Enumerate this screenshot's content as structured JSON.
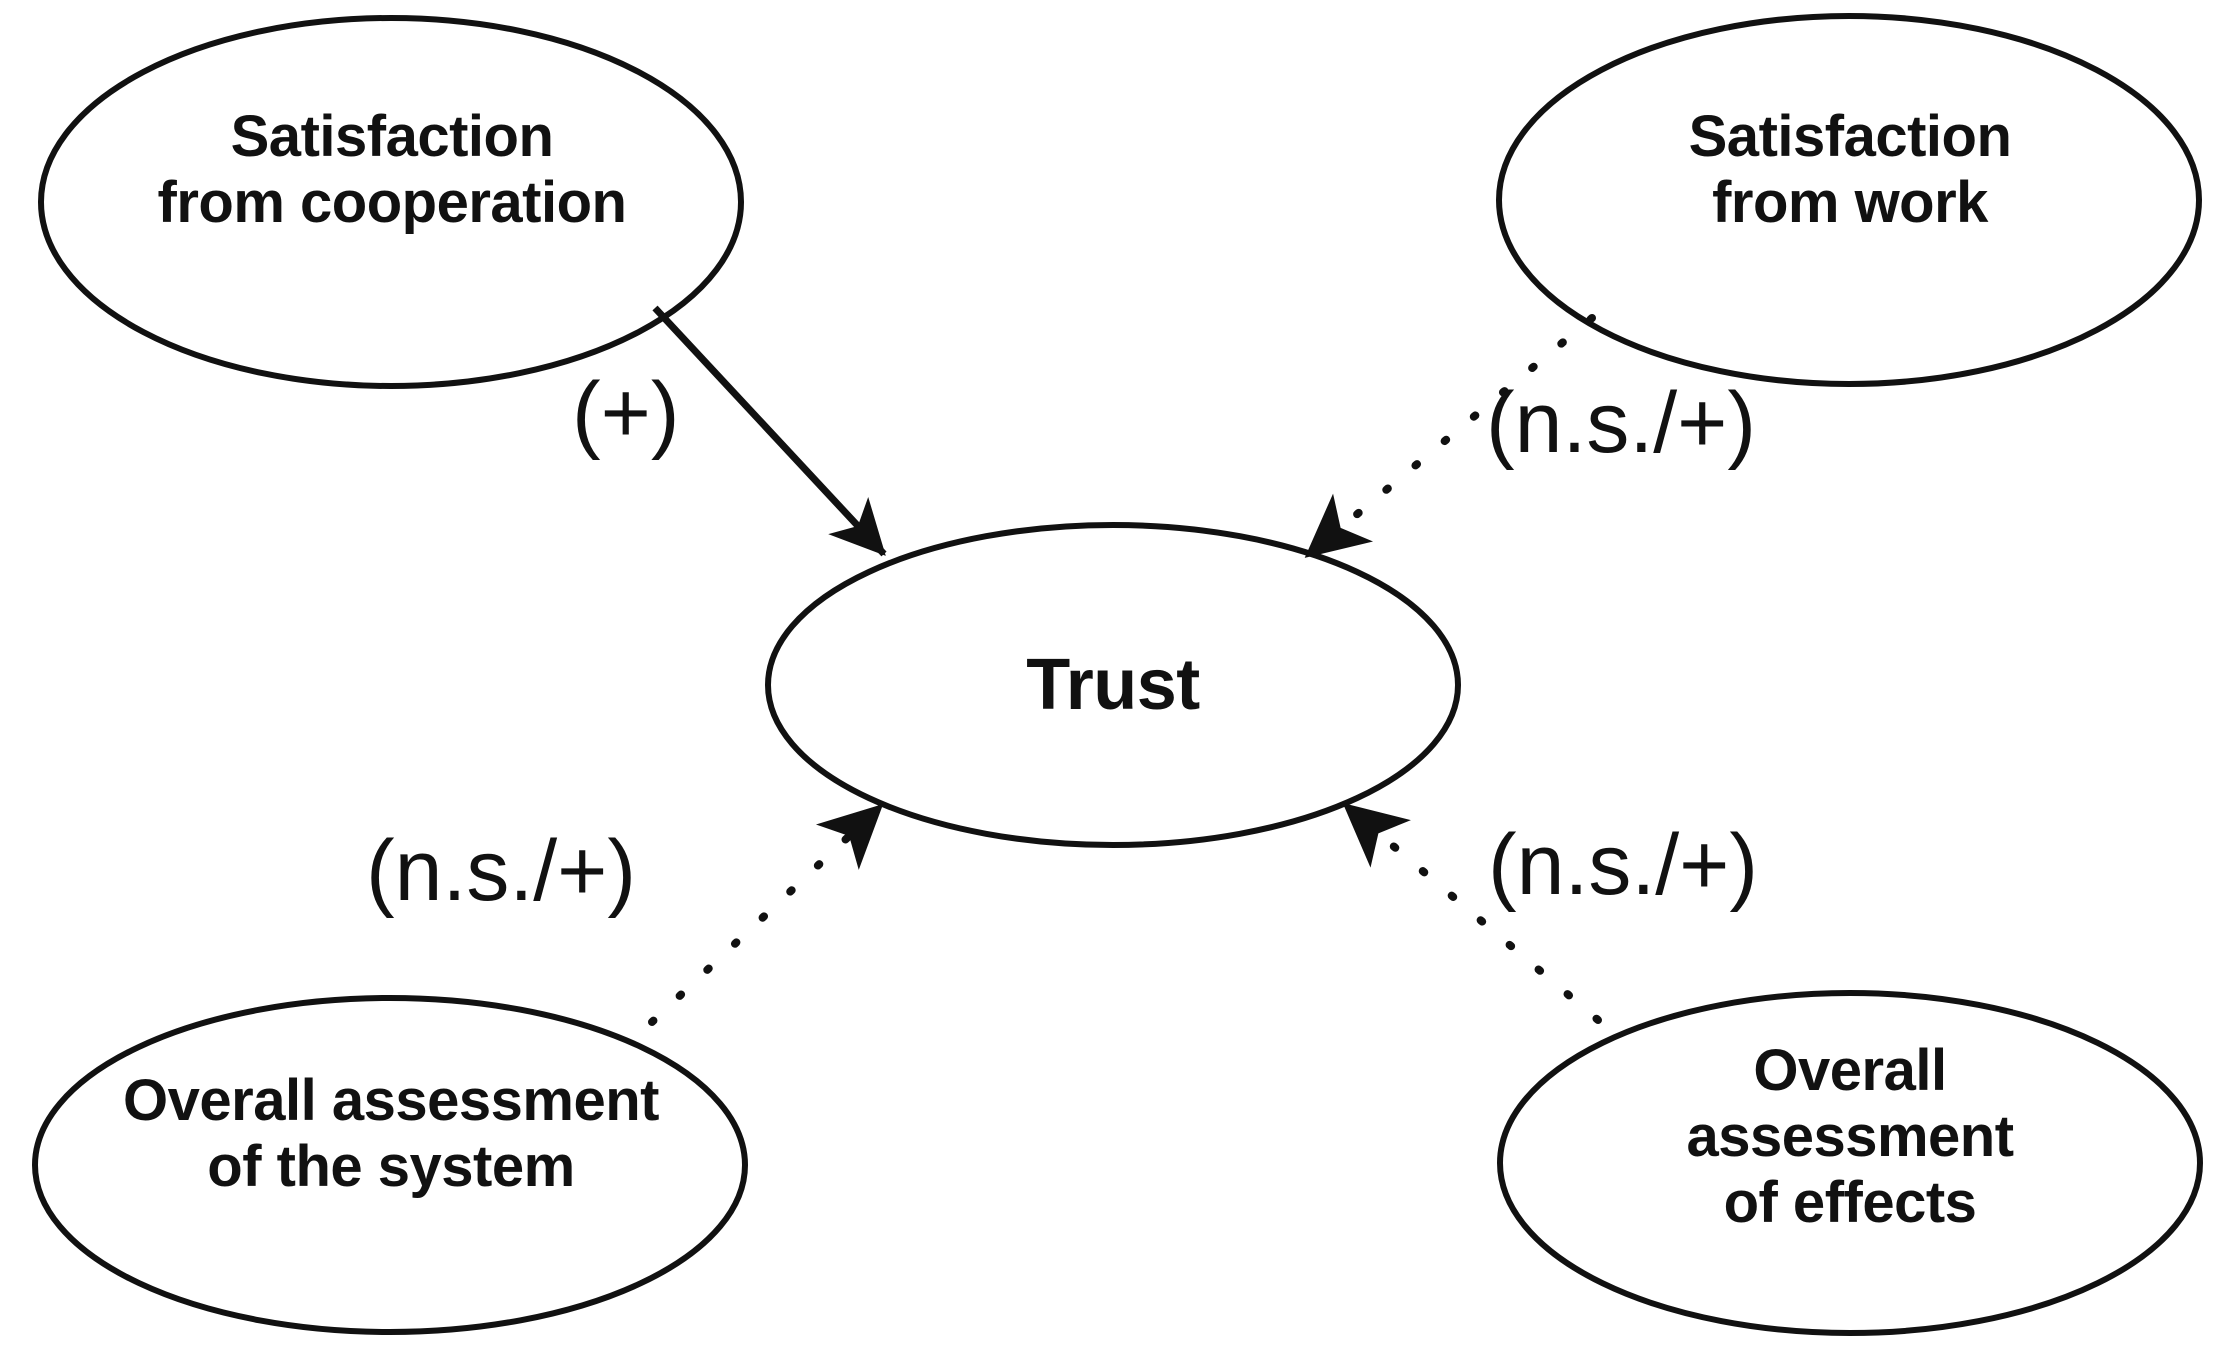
{
  "diagram": {
    "type": "path-model",
    "background_color": "#ffffff",
    "stroke_color": "#111111",
    "nodes": [
      {
        "id": "satisfaction-cooperation",
        "label": "Satisfaction\nfrom cooperation",
        "shape": "ellipse",
        "position": "top-left"
      },
      {
        "id": "satisfaction-work",
        "label": "Satisfaction\nfrom work",
        "shape": "ellipse",
        "position": "top-right"
      },
      {
        "id": "trust",
        "label": "Trust",
        "shape": "ellipse",
        "position": "center"
      },
      {
        "id": "overall-assessment-system",
        "label": "Overall assessment\nof the system",
        "shape": "ellipse",
        "position": "bottom-left"
      },
      {
        "id": "overall-assessment-effects",
        "label": "Overall\nassessment\nof effects",
        "shape": "ellipse",
        "position": "bottom-right"
      }
    ],
    "edges": [
      {
        "id": "cooperation-to-trust",
        "from": "satisfaction-cooperation",
        "to": "trust",
        "label": "(+)",
        "line_style": "solid",
        "arrow": "single"
      },
      {
        "id": "work-to-trust",
        "from": "satisfaction-work",
        "to": "trust",
        "label": "(n.s./+)",
        "line_style": "dotted",
        "arrow": "single"
      },
      {
        "id": "system-to-trust",
        "from": "overall-assessment-system",
        "to": "trust",
        "label": "(n.s./+)",
        "line_style": "dotted",
        "arrow": "single"
      },
      {
        "id": "effects-to-trust",
        "from": "overall-assessment-effects",
        "to": "trust",
        "label": "(n.s./+)",
        "line_style": "dotted",
        "arrow": "single"
      }
    ]
  }
}
